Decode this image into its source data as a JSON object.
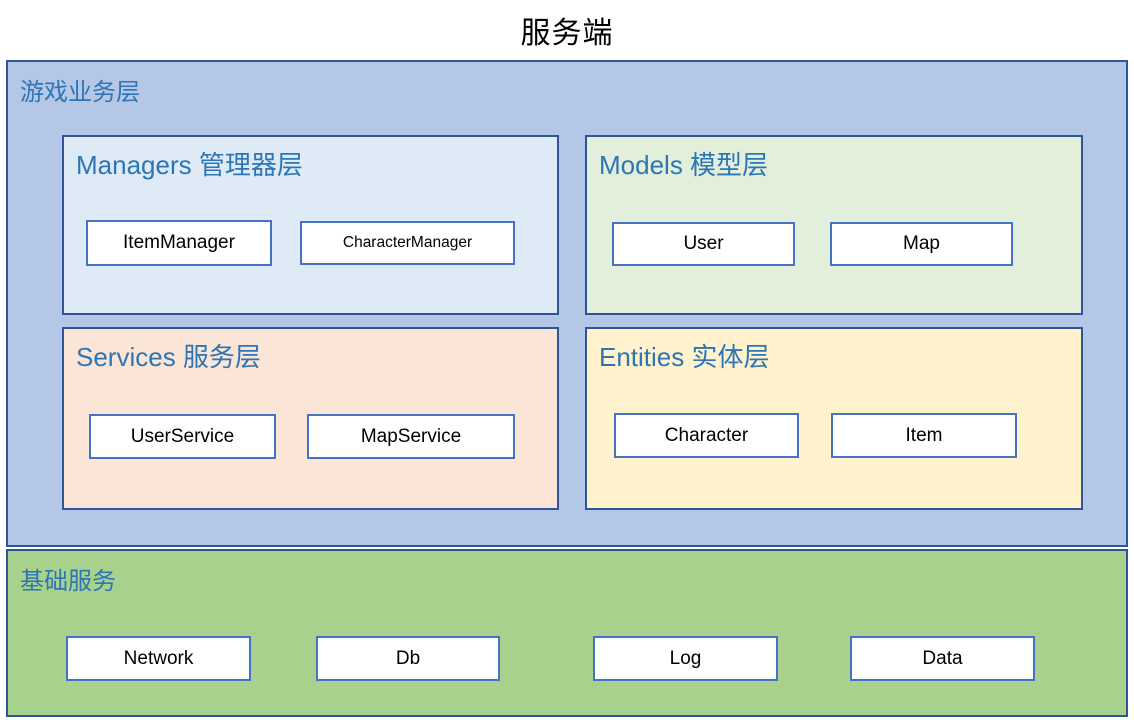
{
  "title": "服务端",
  "colors": {
    "outer_fill": "#B4C7E7",
    "outer_border": "#2F5597",
    "managers_fill": "#DEEBF7",
    "models_fill": "#E2EFDA",
    "services_fill": "#FBE5D6",
    "entities_fill": "#FFF2CC",
    "base_fill": "#A9D18E",
    "item_border": "#4472C4",
    "heading_text": "#2E75B6",
    "item_text": "#000000"
  },
  "business_layer": {
    "label": "游戏业务层",
    "sections": [
      {
        "id": "managers",
        "label": "Managers 管理器层",
        "items": [
          "ItemManager",
          "CharacterManager"
        ]
      },
      {
        "id": "models",
        "label": "Models 模型层",
        "items": [
          "User",
          "Map"
        ]
      },
      {
        "id": "services",
        "label": "Services 服务层",
        "items": [
          "UserService",
          "MapService"
        ]
      },
      {
        "id": "entities",
        "label": "Entities 实体层",
        "items": [
          "Character",
          "Item"
        ]
      }
    ]
  },
  "base_layer": {
    "label": "基础服务",
    "items": [
      "Network",
      "Db",
      "Log",
      "Data"
    ]
  }
}
